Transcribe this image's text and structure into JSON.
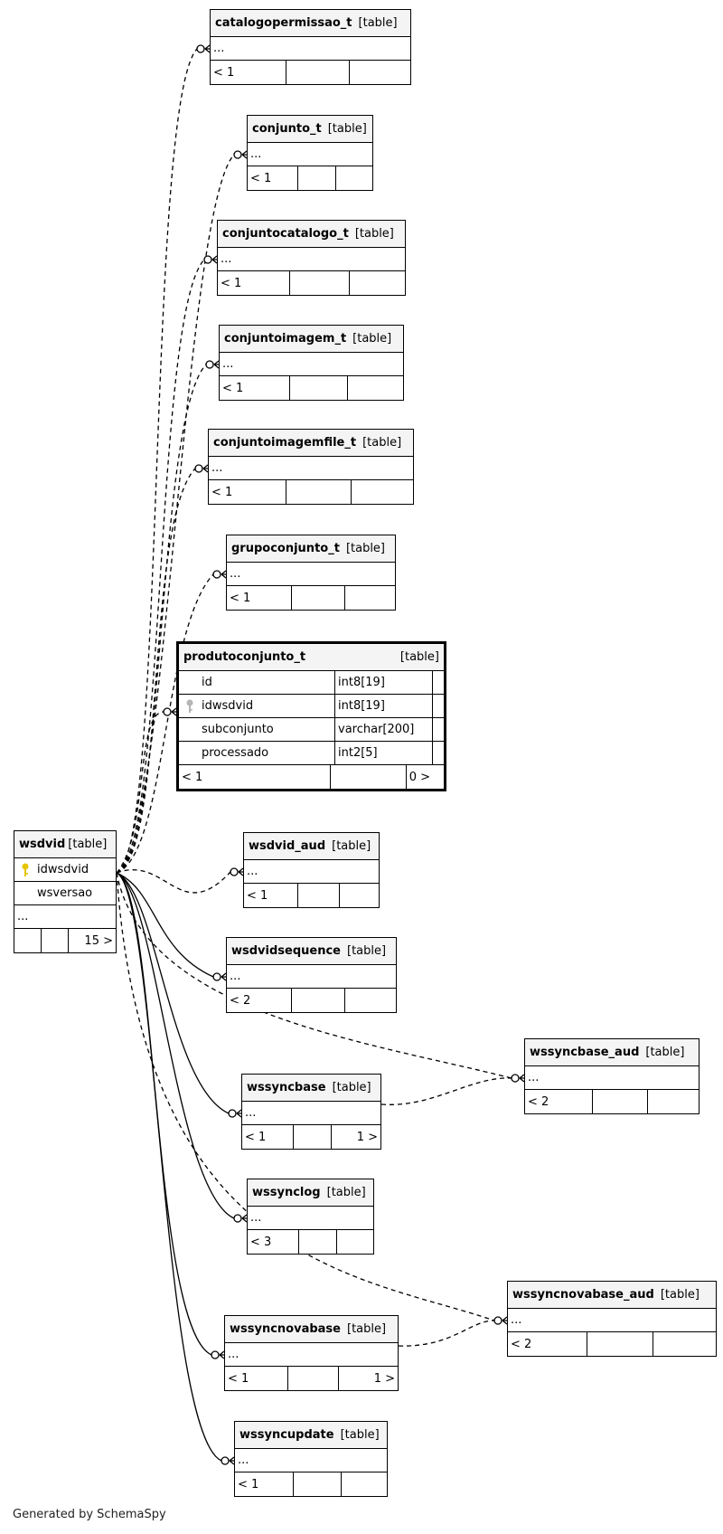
{
  "tables": [
    {
      "id": "catalogopermissao_t",
      "name": "catalogopermissao_t",
      "kind": "[table]",
      "rows": [
        "..."
      ],
      "footer": [
        "< 1",
        "",
        ""
      ]
    },
    {
      "id": "conjunto_t",
      "name": "conjunto_t",
      "kind": "[table]",
      "rows": [
        "..."
      ],
      "footer": [
        "< 1",
        "",
        ""
      ]
    },
    {
      "id": "conjuntocatalogo_t",
      "name": "conjuntocatalogo_t",
      "kind": "[table]",
      "rows": [
        "..."
      ],
      "footer": [
        "< 1",
        "",
        ""
      ]
    },
    {
      "id": "conjuntoimagem_t",
      "name": "conjuntoimagem_t",
      "kind": "[table]",
      "rows": [
        "..."
      ],
      "footer": [
        "< 1",
        "",
        ""
      ]
    },
    {
      "id": "conjuntoimagemfile_t",
      "name": "conjuntoimagemfile_t",
      "kind": "[table]",
      "rows": [
        "..."
      ],
      "footer": [
        "< 1",
        "",
        ""
      ]
    },
    {
      "id": "grupoconjunto_t",
      "name": "grupoconjunto_t",
      "kind": "[table]",
      "rows": [
        "..."
      ],
      "footer": [
        "< 1",
        "",
        ""
      ]
    },
    {
      "id": "wsdvid_aud",
      "name": "wsdvid_aud",
      "kind": "[table]",
      "rows": [
        "..."
      ],
      "footer": [
        "< 1",
        "",
        ""
      ]
    },
    {
      "id": "wsdvidsequence",
      "name": "wsdvidsequence",
      "kind": "[table]",
      "rows": [
        "..."
      ],
      "footer": [
        "< 2",
        "",
        ""
      ]
    },
    {
      "id": "wssyncbase_aud",
      "name": "wssyncbase_aud",
      "kind": "[table]",
      "rows": [
        "..."
      ],
      "footer": [
        "< 2",
        "",
        ""
      ]
    },
    {
      "id": "wssyncbase",
      "name": "wssyncbase",
      "kind": "[table]",
      "rows": [
        "..."
      ],
      "footer": [
        "< 1",
        "",
        "1 >"
      ]
    },
    {
      "id": "wssynclog",
      "name": "wssynclog",
      "kind": "[table]",
      "rows": [
        "..."
      ],
      "footer": [
        "< 3",
        "",
        ""
      ]
    },
    {
      "id": "wssyncnovabase_aud",
      "name": "wssyncnovabase_aud",
      "kind": "[table]",
      "rows": [
        "..."
      ],
      "footer": [
        "< 2",
        "",
        ""
      ]
    },
    {
      "id": "wssyncnovabase",
      "name": "wssyncnovabase",
      "kind": "[table]",
      "rows": [
        "..."
      ],
      "footer": [
        "< 1",
        "",
        "1 >"
      ]
    },
    {
      "id": "wssyncupdate",
      "name": "wssyncupdate",
      "kind": "[table]",
      "rows": [
        "..."
      ],
      "footer": [
        "< 1",
        "",
        ""
      ]
    }
  ],
  "focus_table": {
    "name": "produtoconjunto_t",
    "kind": "[table]",
    "columns": [
      {
        "name": "id",
        "type": "int8[19]",
        "key": ""
      },
      {
        "name": "idwsdvid",
        "type": "int8[19]",
        "key": "foreign-key-icon"
      },
      {
        "name": "subconjunto",
        "type": "varchar[200]",
        "key": ""
      },
      {
        "name": "processado",
        "type": "int2[5]",
        "key": ""
      }
    ],
    "footer": [
      "< 1",
      "",
      "0 >"
    ]
  },
  "source_table": {
    "name": "wsdvid",
    "kind": "[table]",
    "columns": [
      {
        "name": "idwsdvid",
        "key": "primary-key-icon"
      },
      {
        "name": "wsversao",
        "key": ""
      }
    ],
    "more": "...",
    "footer": [
      "",
      "",
      "15 >"
    ]
  },
  "colors": {
    "primary_key": "#e6c400",
    "foreign_key": "#b5b5b5",
    "header_bg": "#f4f4f4"
  },
  "generated_by": "Generated by SchemaSpy"
}
